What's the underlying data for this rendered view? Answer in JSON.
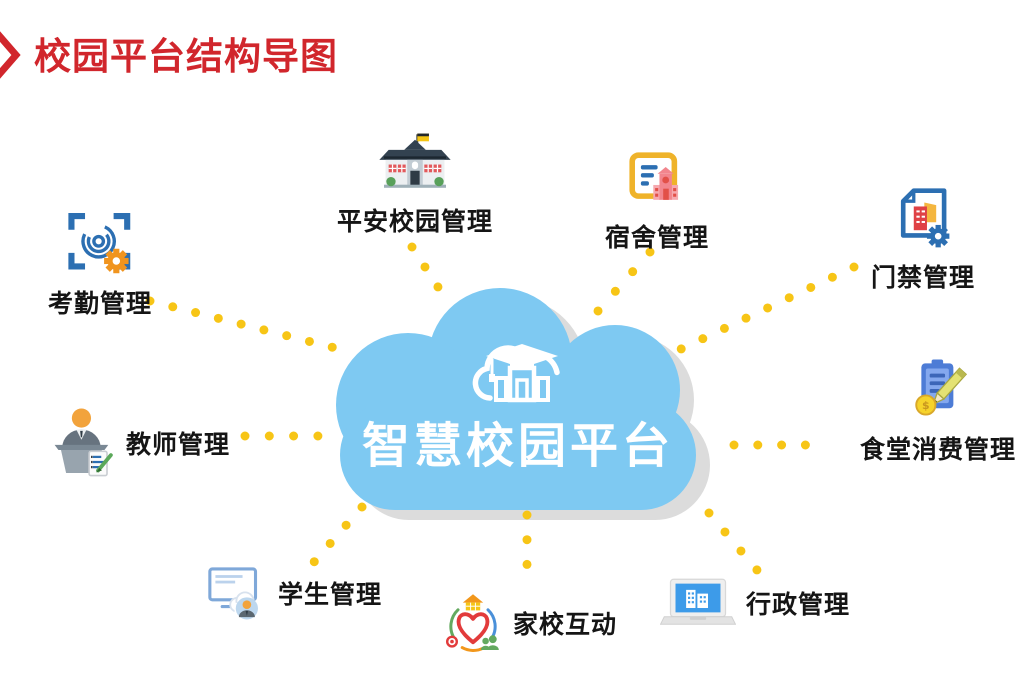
{
  "header": {
    "title": "校园平台结构导图",
    "accent_color": "#D1262C",
    "chevron_icon": "chevron-right-icon"
  },
  "center": {
    "label": "智慧校园平台",
    "icon": "cloud-school-icon",
    "cloud_color": "#7EC9F2",
    "shadow_color": "#DCDCDC",
    "text_color": "#FFFFFF"
  },
  "connectors": {
    "dot_color": "#F7C516",
    "style": "dotted"
  },
  "label_color": "#151515",
  "nodes": [
    {
      "label": "考勤管理",
      "icon": "fingerprint-scan-gear-icon",
      "position": "upper-left"
    },
    {
      "label": "平安校园管理",
      "icon": "school-building-icon",
      "position": "top"
    },
    {
      "label": "宿舍管理",
      "icon": "notice-board-building-icon",
      "position": "upper-right"
    },
    {
      "label": "门禁管理",
      "icon": "document-building-gear-icon",
      "position": "right-top"
    },
    {
      "label": "食堂消费管理",
      "icon": "receipt-pencil-coin-icon",
      "position": "right"
    },
    {
      "label": "行政管理",
      "icon": "laptop-buildings-icon",
      "position": "bottom-right"
    },
    {
      "label": "家校互动",
      "icon": "heart-home-people-icon",
      "position": "bottom"
    },
    {
      "label": "学生管理",
      "icon": "monitor-cloud-avatar-icon",
      "position": "bottom-left"
    },
    {
      "label": "教师管理",
      "icon": "teacher-podium-icon",
      "position": "left"
    }
  ]
}
